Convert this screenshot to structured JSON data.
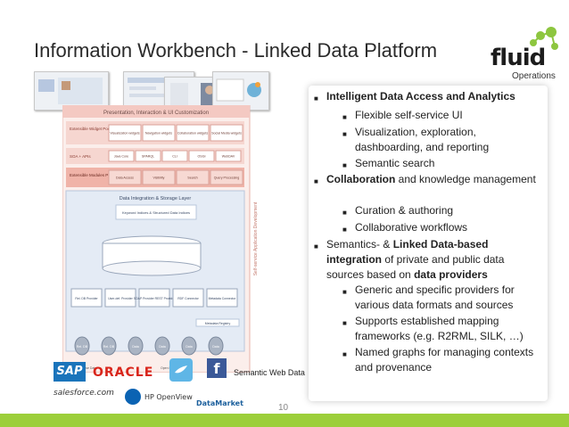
{
  "slide": {
    "title": "Information Workbench - Linked Data Platform",
    "page_number": "10",
    "caption": "Semantic Web Data",
    "logo": {
      "name": "fluid",
      "sub": "Operations"
    }
  },
  "diagram": {
    "header": "Presentation, Interaction & UI Customization",
    "row1_left": "Extensible Widget Pool",
    "row1_boxes": [
      "Visualization widgets",
      "Navigation widgets",
      "Collaboration widgets",
      "Social Media widgets"
    ],
    "row2_left": "SOA + APIs",
    "row2_boxes": [
      "Java Core",
      "SPARQL",
      "CLI",
      "OSGI",
      "WebDAV"
    ],
    "row3_left": "Extensible Modules Pool",
    "row3_boxes": [
      "Data Access",
      "Visibility",
      "Search",
      "Query Processing"
    ],
    "layer": "Data Integration & Storage Layer",
    "index": "Keyword Indices & Structured Data Indices",
    "providers": [
      "Rel. DB Provider",
      "User-def. Provider",
      "SOAP Provider REST Provider",
      "RDF Connector",
      "Metadata Connector"
    ],
    "registry": "Metadata Registry",
    "side": "Self-service Application Development",
    "sources": [
      "Rel. DB",
      "Rel. DB",
      "Data",
      "Data",
      "Data",
      "Data"
    ],
    "source_labels": [
      "Enterprise Data",
      "Open Data"
    ]
  },
  "bullets": [
    {
      "level": 1,
      "parts": [
        {
          "t": "Intelligent Data Access and Analytics",
          "b": true
        }
      ]
    },
    {
      "level": 2,
      "parts": [
        {
          "t": "Flexible self-service UI",
          "b": false
        }
      ]
    },
    {
      "level": 2,
      "parts": [
        {
          "t": "Visualization, exploration, dashboarding, and reporting",
          "b": false
        }
      ]
    },
    {
      "level": 2,
      "parts": [
        {
          "t": "Semantic search",
          "b": false
        }
      ]
    },
    {
      "level": 1,
      "parts": [
        {
          "t": "Collaboration",
          "b": true
        },
        {
          "t": " and knowledge management",
          "b": false
        }
      ]
    },
    {
      "level": 2,
      "parts": [
        {
          "t": "Curation & authoring",
          "b": false
        }
      ]
    },
    {
      "level": 2,
      "parts": [
        {
          "t": "Collaborative workflows",
          "b": false
        }
      ]
    },
    {
      "level": 1,
      "parts": [
        {
          "t": "Semantics- & ",
          "b": false
        },
        {
          "t": "Linked Data-based integration",
          "b": true
        },
        {
          "t": " of private and public data sources based on ",
          "b": false
        },
        {
          "t": "data providers",
          "b": true
        }
      ]
    },
    {
      "level": 2,
      "parts": [
        {
          "t": "Generic and specific providers for various data formats and sources",
          "b": false
        }
      ]
    },
    {
      "level": 2,
      "parts": [
        {
          "t": "Supports established mapping frameworks (e.g. R2RML, SILK, …)",
          "b": false
        }
      ]
    },
    {
      "level": 2,
      "parts": [
        {
          "t": "Named graphs for managing contexts and provenance",
          "b": false
        }
      ]
    }
  ],
  "logos": {
    "sap": "SAP",
    "oracle": "ORACLE",
    "salesforce": "salesforce.com",
    "hp": "HP OpenView",
    "datamarket": "DataMarket",
    "facebook": "f"
  },
  "colors": {
    "accent": "#9ccf3a",
    "diagram_pink": "#f4c9c2",
    "diagram_blue": "#c9d7ec"
  }
}
